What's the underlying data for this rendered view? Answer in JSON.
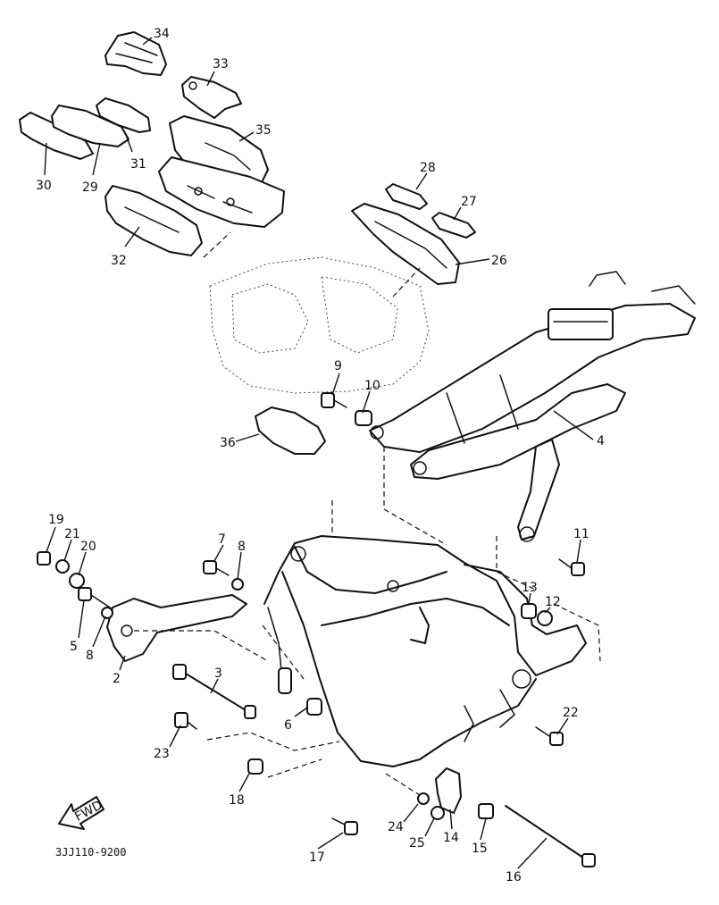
{
  "diagram": {
    "catalog_code": "3JJ110-9200",
    "fwd_label": "FWD",
    "callouts": [
      {
        "id": "c34",
        "label": "34"
      },
      {
        "id": "c33",
        "label": "33"
      },
      {
        "id": "c35",
        "label": "35"
      },
      {
        "id": "c30",
        "label": "30"
      },
      {
        "id": "c29",
        "label": "29"
      },
      {
        "id": "c31",
        "label": "31"
      },
      {
        "id": "c32",
        "label": "32"
      },
      {
        "id": "c28",
        "label": "28"
      },
      {
        "id": "c27",
        "label": "27"
      },
      {
        "id": "c26",
        "label": "26"
      },
      {
        "id": "c9",
        "label": "9"
      },
      {
        "id": "c10",
        "label": "10"
      },
      {
        "id": "c36",
        "label": "36"
      },
      {
        "id": "c4",
        "label": "4"
      },
      {
        "id": "c11",
        "label": "11"
      },
      {
        "id": "c19",
        "label": "19"
      },
      {
        "id": "c21",
        "label": "21"
      },
      {
        "id": "c20",
        "label": "20"
      },
      {
        "id": "c7",
        "label": "7"
      },
      {
        "id": "c8a",
        "label": "8"
      },
      {
        "id": "c5",
        "label": "5"
      },
      {
        "id": "c8b",
        "label": "8"
      },
      {
        "id": "c2a",
        "label": "2"
      },
      {
        "id": "c13",
        "label": "13"
      },
      {
        "id": "c12",
        "label": "12"
      },
      {
        "id": "c3",
        "label": "3"
      },
      {
        "id": "c6",
        "label": "6"
      },
      {
        "id": "c22",
        "label": "22"
      },
      {
        "id": "c23",
        "label": "23"
      },
      {
        "id": "c18",
        "label": "18"
      },
      {
        "id": "c24",
        "label": "24"
      },
      {
        "id": "c25",
        "label": "25"
      },
      {
        "id": "c14",
        "label": "14"
      },
      {
        "id": "c15",
        "label": "15"
      },
      {
        "id": "c17",
        "label": "17"
      },
      {
        "id": "c16",
        "label": "16"
      }
    ]
  }
}
